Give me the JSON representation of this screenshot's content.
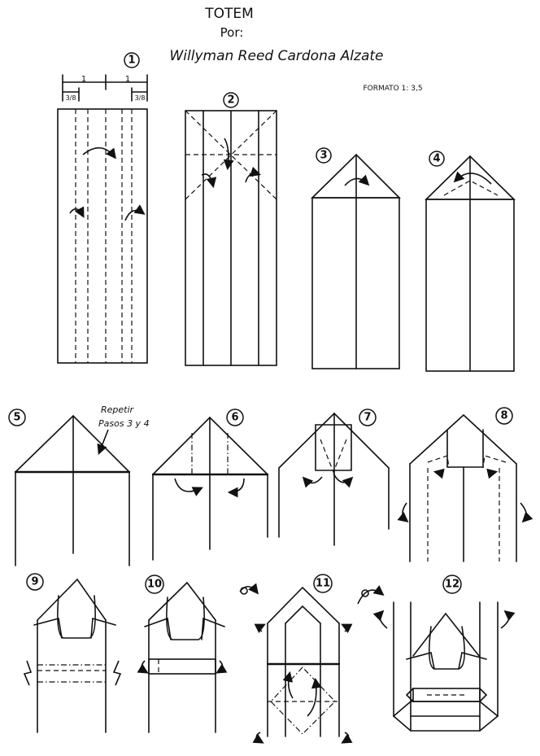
{
  "title": "TOTEM",
  "by_label": "Por:",
  "author": "Willyman Reed Cardona Alzate",
  "format": "FORMATO 1: 3,5",
  "dimensions": {
    "left_margin": "3/8",
    "center_left": "1",
    "center_right": "1",
    "right_margin": "3/8"
  },
  "note": {
    "line1": "Repetir",
    "line2": "Pasos 3 y 4"
  },
  "steps": [
    {
      "number": "1"
    },
    {
      "number": "2"
    },
    {
      "number": "3"
    },
    {
      "number": "4"
    },
    {
      "number": "5"
    },
    {
      "number": "6"
    },
    {
      "number": "7"
    },
    {
      "number": "8"
    },
    {
      "number": "9"
    },
    {
      "number": "10"
    },
    {
      "number": "11"
    },
    {
      "number": "12"
    }
  ]
}
